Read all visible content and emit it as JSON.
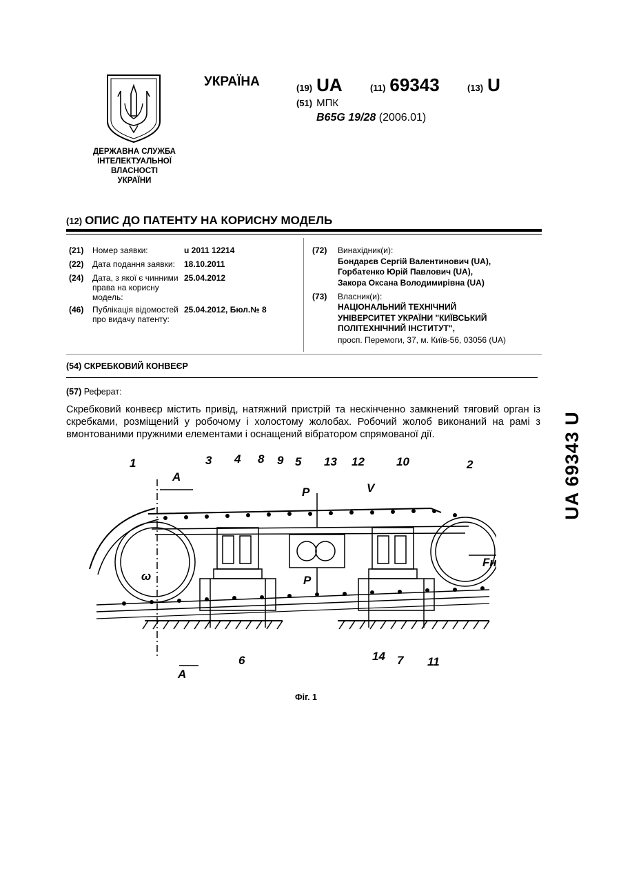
{
  "header": {
    "country": "УКРАЇНА",
    "agency": [
      "ДЕРЖАВНА СЛУЖБА",
      "ІНТЕЛЕКТУАЛЬНОЇ",
      "ВЛАСНОСТІ",
      "УКРАЇНИ"
    ],
    "code19": "(19)",
    "country_code": "UA",
    "code11": "(11)",
    "patent_number": "69343",
    "code13": "(13)",
    "kind": "U",
    "code51": "(51)",
    "mpk_label": "МПК",
    "ipc_class": "B65G 19/28",
    "ipc_version": "(2006.01)"
  },
  "doc_title": {
    "code": "(12)",
    "text": "ОПИС ДО ПАТЕНТУ НА КОРИСНУ МОДЕЛЬ"
  },
  "bib_left": [
    {
      "code": "(21)",
      "label": "Номер заявки:",
      "value": "u 2011 12214"
    },
    {
      "code": "(22)",
      "label": "Дата подання заявки:",
      "value": "18.10.2011"
    },
    {
      "code": "(24)",
      "label": "Дата, з якої є чинними права на корисну модель:",
      "value": "25.04.2012"
    },
    {
      "code": "(46)",
      "label": "Публікація відомостей про видачу патенту:",
      "value": "25.04.2012, Бюл.№ 8"
    }
  ],
  "bib_right": {
    "inventors_code": "(72)",
    "inventors_label": "Винахідник(и):",
    "inventors": [
      "Бондарєв Сергій Валентинович (UA),",
      "Горбатенко Юрій Павлович (UA),",
      "Закора Оксана Володимирівна (UA)"
    ],
    "owner_code": "(73)",
    "owner_label": "Власник(и):",
    "owner": [
      "НАЦІОНАЛЬНИЙ ТЕХНІЧНИЙ",
      "УНІВЕРСИТЕТ УКРАЇНИ \"КИЇВСЬКИЙ",
      "ПОЛІТЕХНІЧНИЙ ІНСТИТУТ\","
    ],
    "address": "просп. Перемоги, 37, м. Київ-56, 03056 (UA)"
  },
  "title54": {
    "code": "(54)",
    "text": "СКРЕБКОВИЙ КОНВЕЄР"
  },
  "ref57": {
    "code": "(57)",
    "text": "Реферат:"
  },
  "abstract": "Скребковий конвеєр містить привід, натяжний пристрій та нескінченно замкнений тяговий орган із скребками, розміщений у робочому і холостому жолобах. Робочий жолоб виконаний на рамі з вмонтованими пружними елементами і оснащений вібратором спрямованої дії.",
  "side_label": "UA   69343   U",
  "figure": {
    "caption": "Фіг. 1",
    "labels": [
      "1",
      "3",
      "4",
      "8",
      "9",
      "5",
      "13",
      "12",
      "10",
      "2",
      "A",
      "A",
      "P",
      "P",
      "V",
      "ω",
      "Fн",
      "6",
      "14",
      "7",
      "11"
    ]
  }
}
